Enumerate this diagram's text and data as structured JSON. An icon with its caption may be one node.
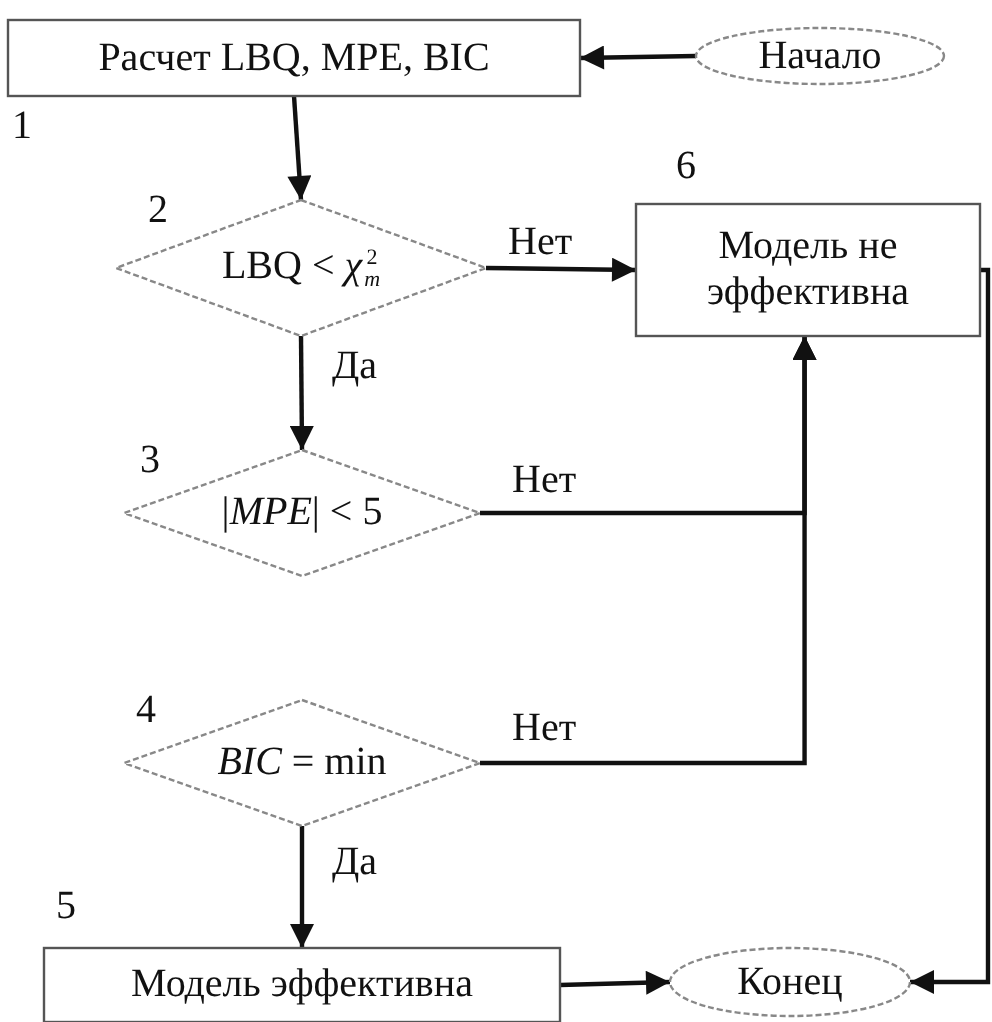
{
  "diagram": {
    "nodes": [
      {
        "text": [
          "Расчет LBQ, MPE, BIC"
        ],
        "beside": [
          "1"
        ]
      },
      {
        "text": [
          "Начало"
        ]
      },
      {
        "text": [
          "LBQ < *χ*$^{2}$$_{m}$"
        ],
        "beside": [
          "2"
        ]
      },
      {
        "text": [
          "Модель не эффективна"
        ],
        "beside": [
          "6"
        ]
      },
      {
        "text": [
          "|*MPE*| < 5"
        ],
        "beside": [
          "3"
        ]
      },
      {
        "text": [
          "*BIC* = min"
        ],
        "beside": [
          "4"
        ]
      },
      {
        "text": [
          "Модель эффективна"
        ],
        "beside": [
          "5"
        ]
      },
      {
        "text": [
          "Конец"
        ]
      }
    ],
    "edges": [
      {
        "from": 1,
        "to": 0,
        "arrow": "to"
      },
      {
        "from": 0,
        "to": 2,
        "arrow": "to"
      },
      {
        "from": 2,
        "to": 3,
        "arrow": "to",
        "label": "Нет"
      },
      {
        "from": 2,
        "to": 4,
        "arrow": "to",
        "label": "Да"
      },
      {
        "from": 4,
        "to": 3,
        "arrow": "to",
        "label": "Нет"
      },
      {
        "from": 5,
        "to": 3,
        "arrow": "to",
        "label": "Нет"
      },
      {
        "from": 5,
        "to": 6,
        "arrow": "to",
        "label": "Да"
      },
      {
        "from": 6,
        "to": 7,
        "arrow": "to"
      },
      {
        "from": 3,
        "to": 7,
        "arrow": "to"
      }
    ]
  }
}
